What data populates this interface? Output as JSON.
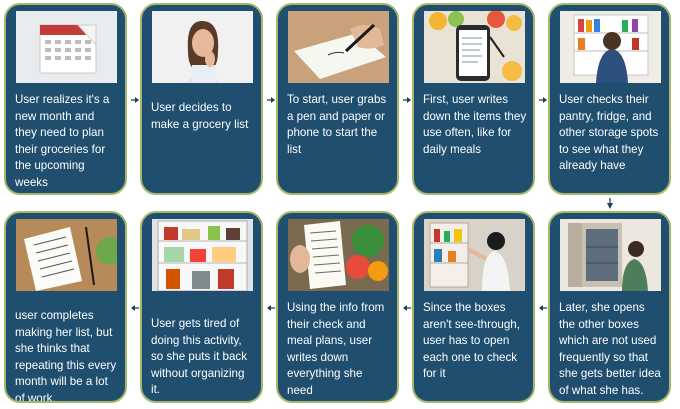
{
  "steps": [
    {
      "text": "User realizes it's a new month and they need to plan their groceries for the upcoming weeks",
      "image": "calendar-photo"
    },
    {
      "text": "User decides to make a grocery list",
      "image": "thinking-woman-photo"
    },
    {
      "text": "To start, user grabs a pen and paper or phone to start the list",
      "image": "writing-on-paper-photo"
    },
    {
      "text": "First, user writes down the items they use often, like for daily meals",
      "image": "phone-list-with-fruit-photo"
    },
    {
      "text": "User checks their pantry, fridge, and other storage spots to see what they already have",
      "image": "pantry-shelves-photo"
    },
    {
      "text": "Later, she opens the other boxes which are not used frequently so that she gets better idea of what she has.",
      "image": "woman-opening-cabinet-photo"
    },
    {
      "text": "Since the boxes aren't see-through, user has to open each one to check for it",
      "image": "woman-at-cupboard-photo"
    },
    {
      "text": "Using the info from their check and meal plans, user writes down everything she need",
      "image": "shopping-list-with-vegetables-photo"
    },
    {
      "text": "User gets tired of doing this activity, so she puts it back without organizing it.",
      "image": "open-fridge-photo"
    },
    {
      "text": "user completes making her list, but she thinks that repeating this every month will be a lot of work.",
      "image": "completed-list-photo"
    }
  ],
  "colors": {
    "card": "#1f4e6e",
    "border": "#a4b86d",
    "text": "#ffffff",
    "arrow": "#1f3f55"
  }
}
